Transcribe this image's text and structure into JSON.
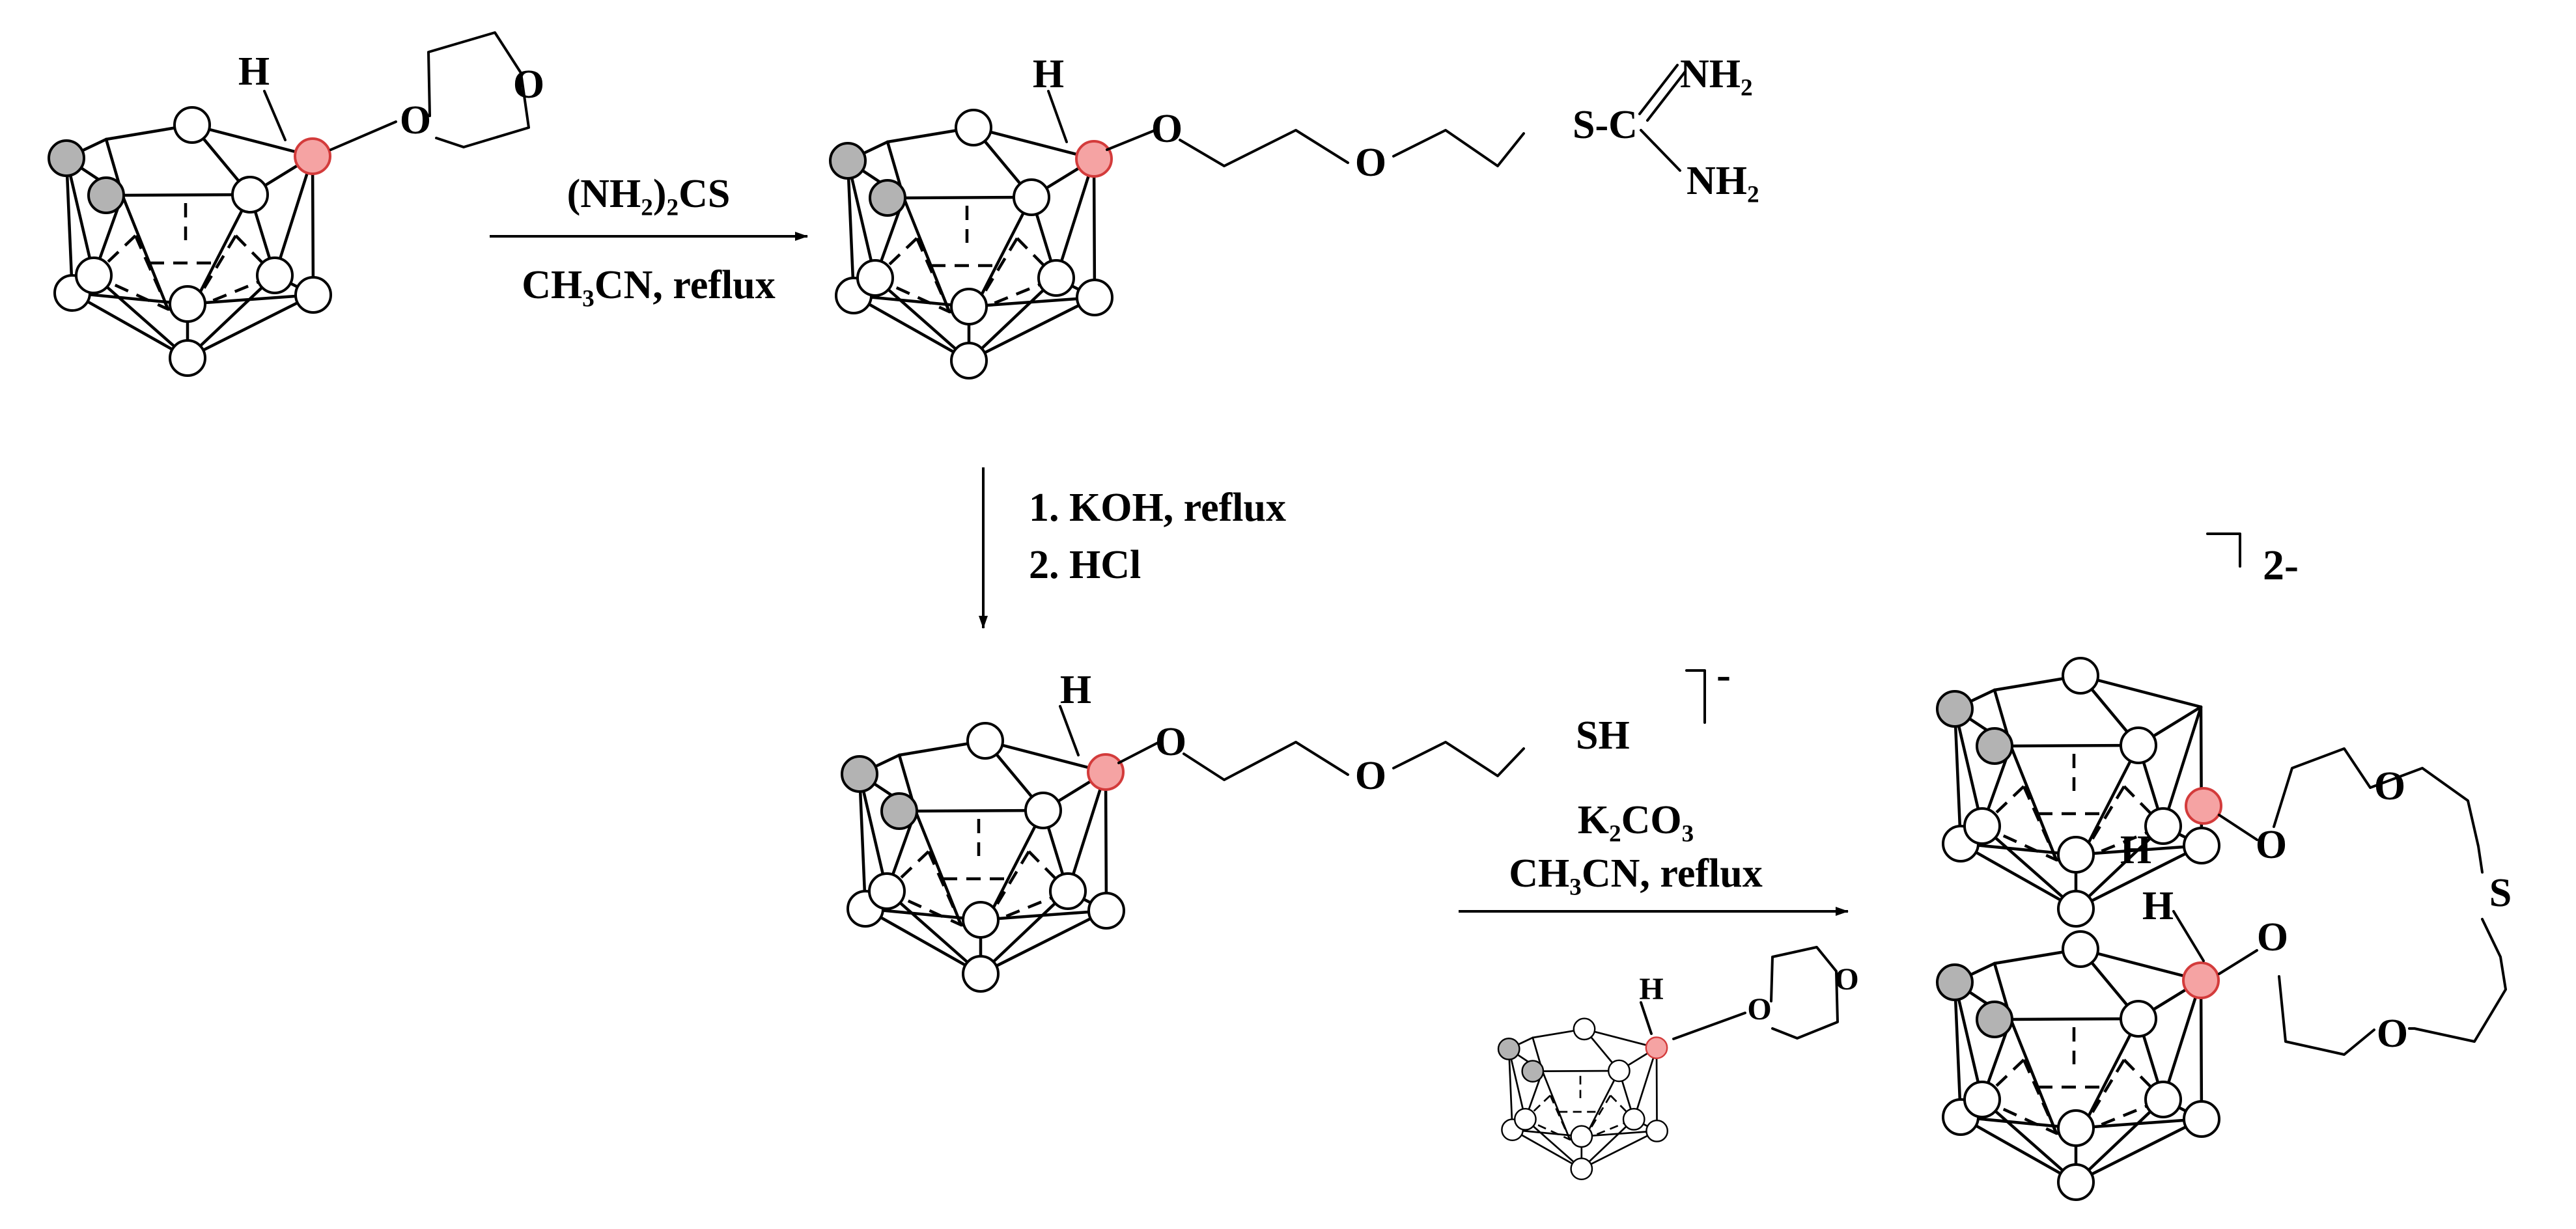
{
  "colors": {
    "carbon": "#b3b3b3",
    "boron": "#ffffff",
    "substituted_boron": "#f5a3a3",
    "substituted_boron_stroke": "#d33b3b",
    "ink": "#000000"
  },
  "step1": {
    "reagent": "(NH₂)₂CS",
    "solvent": "CH₃CN, reflux"
  },
  "step2": {
    "line1": "1. KOH, reflux",
    "line2": "2. HCl"
  },
  "step3": {
    "reagent": "K₂CO₃",
    "solvent": "CH₃CN, reflux"
  },
  "labels": {
    "h": "H",
    "o": "O",
    "s": "S",
    "thiouronium": "S-C",
    "nh2": "NH₂",
    "sh": "SH",
    "charge_minus": "-",
    "charge_two_minus": "2-"
  }
}
